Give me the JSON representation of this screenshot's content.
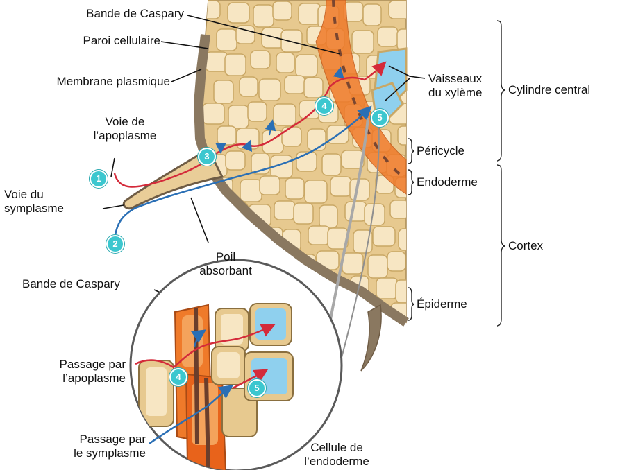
{
  "labels": {
    "bande_caspary_top": "Bande de Caspary",
    "paroi_cellulaire": "Paroi cellulaire",
    "membrane_plasmique": "Membrane plasmique",
    "voie_apoplasme_1": "Voie de",
    "voie_apoplasme_2": "l’apoplasme",
    "voie_symplasme_1": "Voie du",
    "voie_symplasme_2": "symplasme",
    "poil_1": "Poil",
    "poil_2": "absorbant",
    "vaisseaux_1": "Vaisseaux",
    "vaisseaux_2": "du xylème",
    "cylindre_central": "Cylindre central",
    "pericycle": "Péricycle",
    "endoderme": "Endoderme",
    "cortex": "Cortex",
    "epiderme": "Épiderme",
    "bande_caspary_inset": "Bande de Caspary",
    "passage_apoplasme_1": "Passage par",
    "passage_apoplasme_2": "l’apoplasme",
    "passage_symplasme_1": "Passage par",
    "passage_symplasme_2": "le symplasme",
    "cellule_endoderme_1": "Cellule de",
    "cellule_endoderme_2": "l’endoderme"
  },
  "badges": [
    "1",
    "2",
    "3",
    "4",
    "5",
    "4",
    "5"
  ],
  "colors": {
    "apoplast_path": "#d42a3a",
    "symplast_path": "#2a6fb5",
    "cell_wall": "#e7c98f",
    "cell_interior": "#f7e6c3",
    "endoderm": "#ef7a2a",
    "xylem": "#8fd0ee",
    "epidermis": "#8a7860",
    "badge": "#3cc7cf"
  }
}
